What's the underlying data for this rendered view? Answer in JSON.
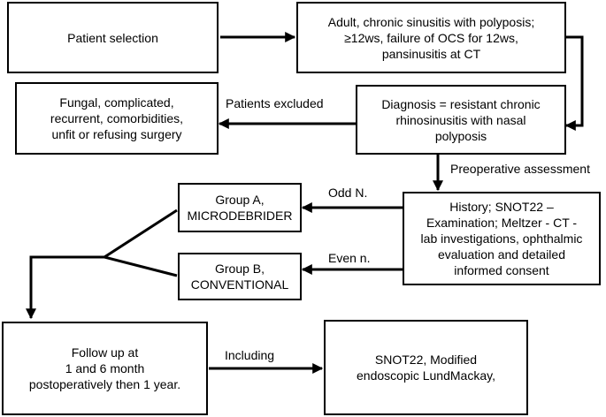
{
  "boxes": {
    "patient_selection": [
      "Patient selection"
    ],
    "inclusion": [
      "Adult, chronic sinusitis with polyposis;",
      "≥12ws, failure of OCS  for 12ws,",
      "pansinusitis at CT"
    ],
    "exclusion": [
      "Fungal, complicated,",
      "recurrent, comorbidities,",
      "unfit  or refusing surgery"
    ],
    "diagnosis": [
      "Diagnosis = resistant chronic",
      "rhinosinusitis with nasal",
      "polyposis"
    ],
    "group_a": [
      "Group A,",
      "MICRODEBRIDER"
    ],
    "assessment": [
      "History; SNOT22 –",
      "Examination; Meltzer -   CT -",
      "lab investigations, ophthalmic",
      "evaluation and detailed",
      "informed consent"
    ],
    "group_b": [
      "Group B,",
      "CONVENTIONAL"
    ],
    "follow_up": [
      "Follow up at",
      "1 and 6 month",
      "postoperatively then 1 year."
    ],
    "outcomes": [
      "SNOT22, Modified",
      "endoscopic LundMackay,"
    ]
  },
  "labels": {
    "excluded": "Patients excluded",
    "preop": "Preoperative assessment",
    "odd": "Odd N.",
    "even": "Even n.",
    "including": "Including"
  }
}
